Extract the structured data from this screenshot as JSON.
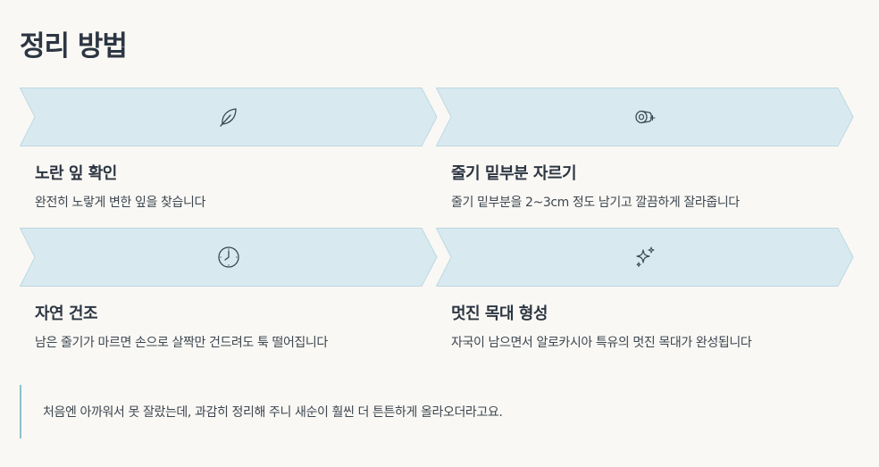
{
  "page": {
    "title": "정리 방법"
  },
  "steps": [
    {
      "icon": "leaf-icon",
      "heading": "노란 잎 확인",
      "description": "완전히 노랗게 변한 잎을 찾습니다"
    },
    {
      "icon": "log-cut-icon",
      "heading": "줄기 밑부분 자르기",
      "description": "줄기 밑부분을 2~3cm 정도 남기고 깔끔하게 잘라줍니다"
    },
    {
      "icon": "clock-icon",
      "heading": "자연 건조",
      "description": "남은 줄기가 마르면 손으로 살짝만 건드려도 툭 떨어집니다"
    },
    {
      "icon": "sparkle-icon",
      "heading": "멋진 목대 형성",
      "description": "자국이 남으면서 알로카시아 특유의 멋진 목대가 완성됩니다"
    }
  ],
  "quote": {
    "text": "처음엔 아까워서 못 잘랐는데, 과감히 정리해 주니 새순이 훨씬 더 튼튼하게 올라오더라고요."
  },
  "colors": {
    "banner_fill": "#d8eaf0",
    "banner_stroke": "#bcd8e2",
    "quote_border": "#8cc0cc",
    "background": "#faf8f4"
  }
}
